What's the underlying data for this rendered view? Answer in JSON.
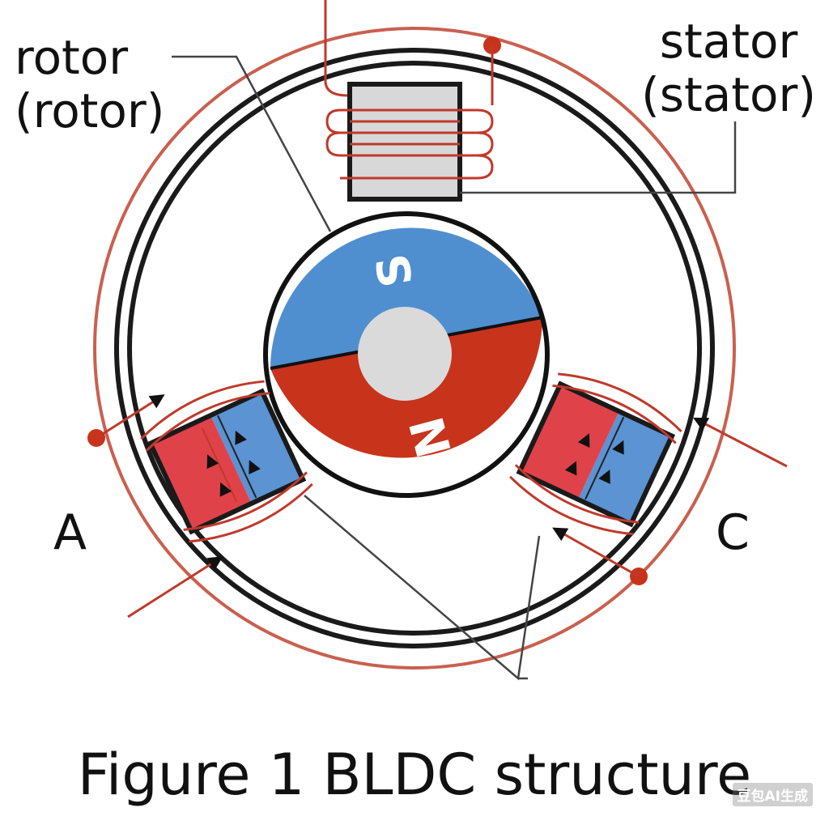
{
  "labels": {
    "rotor_line1": "rotor",
    "rotor_line2": "(rotor)",
    "stator_line1": "stator",
    "stator_line2": "(stator)",
    "phase_a": "A",
    "phase_c": "C",
    "pole_s": "S",
    "pole_n": "N"
  },
  "caption": "Figure 1 BLDC structure",
  "watermark": "豆包AI生成",
  "colors": {
    "wire": "#c0392b",
    "outer_ring": "#c9604f",
    "frame": "#1a1a1a",
    "pole_south": "#4f8fd0",
    "pole_north": "#c8331c",
    "coil_red": "#e0424a",
    "coil_blue": "#5b93d3",
    "stator_block": "#d8d8d8",
    "shaft": "#dadada"
  }
}
